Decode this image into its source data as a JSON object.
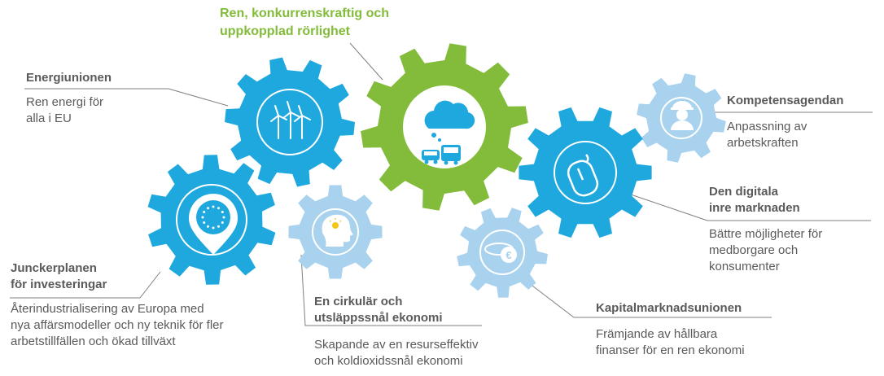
{
  "colors": {
    "green": "#82bc3a",
    "blue": "#1ea8de",
    "light_blue": "#a8d2ee",
    "text": "#5a5a5a",
    "line": "#7f7f7f"
  },
  "items": {
    "ren_rorlighet": {
      "title_1": "Ren, konkurrenskraftig och",
      "title_2": "uppkopplad rörlighet",
      "icon": "cloud-vehicles-icon"
    },
    "energiunionen": {
      "title": "Energiunionen",
      "desc_1": "Ren energi för",
      "desc_2": "alla i EU",
      "icon": "wind-turbines-icon"
    },
    "kompetens": {
      "title": "Kompetensagendan",
      "desc_1": "Anpassning av",
      "desc_2": "arbetskraften",
      "icon": "worker-icon"
    },
    "digitala": {
      "title_1": "Den digitala",
      "title_2": "inre marknaden",
      "desc_1": "Bättre möjligheter för",
      "desc_2": "medborgare och",
      "desc_3": "konsumenter",
      "icon": "computer-mouse-icon"
    },
    "juncker": {
      "title_1": "Junckerplanen",
      "title_2": "för investeringar",
      "desc_1": "Återindustrialisering av Europa med",
      "desc_2": "nya affärsmodeller och ny teknik för fler",
      "desc_3": "arbetstillfällen och ökad tillväxt",
      "icon": "eu-location-pin-icon"
    },
    "cirkular": {
      "title_1": "En cirkulär och",
      "title_2": "utsläppssnål ekonomi",
      "desc_1": "Skapande av en resurseffektiv",
      "desc_2": "och koldioxidssnål ekonomi",
      "icon": "head-lightbulb-icon"
    },
    "kapital": {
      "title": "Kapitalmarknadsunionen",
      "desc_1": "Främjande av hållbara",
      "desc_2": "finanser för en ren ekonomi",
      "icon": "euro-coins-icon"
    }
  }
}
